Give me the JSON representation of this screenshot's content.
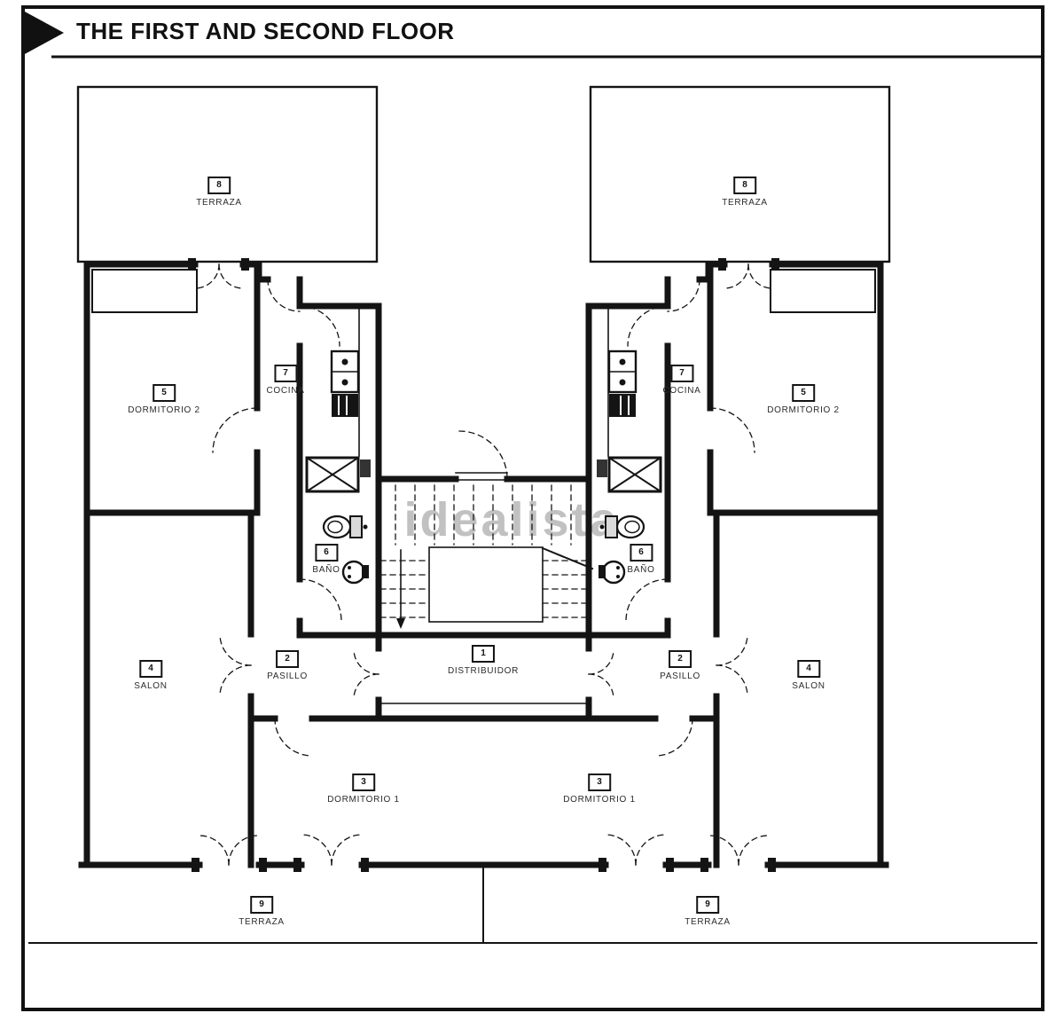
{
  "page": {
    "title": "THE FIRST AND SECOND FLOOR",
    "watermark": "idealista"
  },
  "rooms": [
    {
      "number": "8",
      "name": "TERRAZA"
    },
    {
      "number": "8",
      "name": "TERRAZA"
    },
    {
      "number": "5",
      "name": "DORMITORIO 2"
    },
    {
      "number": "7",
      "name": "COCINA"
    },
    {
      "number": "6",
      "name": "BAÑO"
    },
    {
      "number": "5",
      "name": "DORMITORIO 2"
    },
    {
      "number": "7",
      "name": "COCINA"
    },
    {
      "number": "6",
      "name": "BAÑO"
    },
    {
      "number": "4",
      "name": "SALON"
    },
    {
      "number": "2",
      "name": "PASILLO"
    },
    {
      "number": "1",
      "name": "DISTRIBUIDOR"
    },
    {
      "number": "2",
      "name": "PASILLO"
    },
    {
      "number": "4",
      "name": "SALON"
    },
    {
      "number": "3",
      "name": "DORMITORIO 1"
    },
    {
      "number": "3",
      "name": "DORMITORIO 1"
    },
    {
      "number": "9",
      "name": "TERRAZA"
    },
    {
      "number": "9",
      "name": "TERRAZA"
    }
  ]
}
